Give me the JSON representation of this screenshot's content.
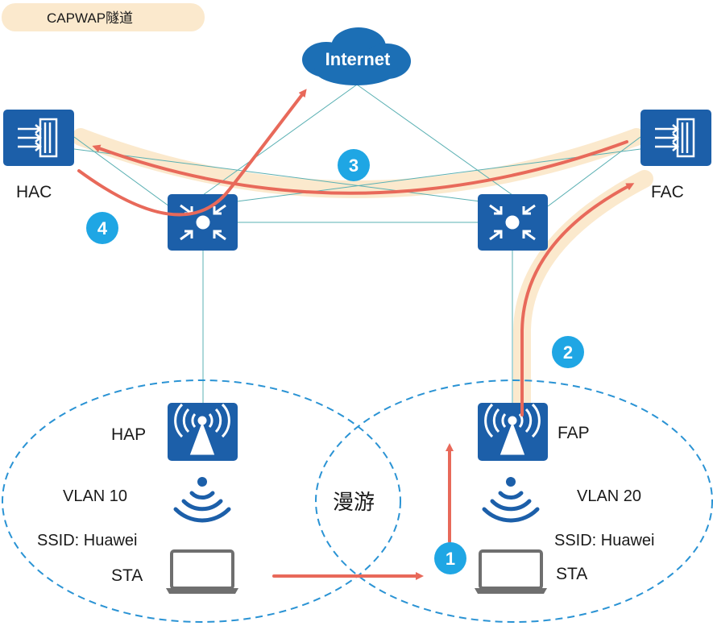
{
  "legend": {
    "tunnel_label": "CAPWAP隧道",
    "tunnel_color": "#fbe9cd"
  },
  "cloud": {
    "label": "Internet",
    "color": "#1c6fb5"
  },
  "devices": {
    "hac": {
      "label": "HAC",
      "icon": "access-controller-icon"
    },
    "fac": {
      "label": "FAC",
      "icon": "access-controller-icon"
    },
    "switch_left": {
      "icon": "switch-icon"
    },
    "switch_right": {
      "icon": "switch-icon"
    },
    "hap": {
      "label": "HAP",
      "icon": "access-point-icon"
    },
    "fap": {
      "label": "FAP",
      "icon": "access-point-icon"
    }
  },
  "areas": {
    "left": {
      "vlan": "VLAN 10",
      "ssid": "SSID: Huawei",
      "sta": "STA"
    },
    "right": {
      "vlan": "VLAN 20",
      "ssid": "SSID: Huawei",
      "sta": "STA"
    },
    "overlap_label": "漫游"
  },
  "steps": [
    "1",
    "2",
    "3",
    "4"
  ],
  "colors": {
    "device_blue": "#1c5fa9",
    "line": "#5ab0b3",
    "arrow": "#e8695a",
    "badge": "#1fa6e4",
    "dash": "#2a93d4",
    "laptop": "#6f6f6f"
  }
}
